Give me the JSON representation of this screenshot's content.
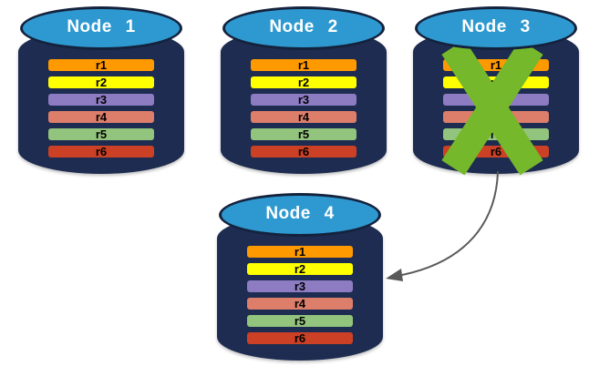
{
  "colors": {
    "background": "#FFFFFF",
    "cylinder_body": "#1D2C50",
    "cylinder_top": "#2E99D0",
    "cylinder_outline": "#14223D",
    "failure_x": "#76B82B",
    "arrow": "#595959",
    "node_label_text": "#FFFFFF",
    "partition_label_text": "#000000"
  },
  "nodes": [
    {
      "label": "Node 1",
      "failed": false,
      "partitions": [
        {
          "label": "r1",
          "color": "#FF9900"
        },
        {
          "label": "r2",
          "color": "#FFFF00"
        },
        {
          "label": "r3",
          "color": "#8E7CC3"
        },
        {
          "label": "r4",
          "color": "#DD7E6B"
        },
        {
          "label": "r5",
          "color": "#93C47D"
        },
        {
          "label": "r6",
          "color": "#CC4125"
        }
      ]
    },
    {
      "label": "Node 2",
      "failed": false,
      "partitions": [
        {
          "label": "r1",
          "color": "#FF9900"
        },
        {
          "label": "r2",
          "color": "#FFFF00"
        },
        {
          "label": "r3",
          "color": "#8E7CC3"
        },
        {
          "label": "r4",
          "color": "#DD7E6B"
        },
        {
          "label": "r5",
          "color": "#93C47D"
        },
        {
          "label": "r6",
          "color": "#CC4125"
        }
      ]
    },
    {
      "label": "Node 3",
      "failed": true,
      "partitions": [
        {
          "label": "r1",
          "color": "#FF9900"
        },
        {
          "label": "r2",
          "color": "#FFFF00"
        },
        {
          "label": "r3",
          "color": "#8E7CC3"
        },
        {
          "label": "r4",
          "color": "#DD7E6B"
        },
        {
          "label": "r5",
          "color": "#93C47D"
        },
        {
          "label": "r6",
          "color": "#CC4125"
        }
      ]
    },
    {
      "label": "Node 4",
      "failed": false,
      "partitions": [
        {
          "label": "r1",
          "color": "#FF9900"
        },
        {
          "label": "r2",
          "color": "#FFFF00"
        },
        {
          "label": "r3",
          "color": "#8E7CC3"
        },
        {
          "label": "r4",
          "color": "#DD7E6B"
        },
        {
          "label": "r5",
          "color": "#93C47D"
        },
        {
          "label": "r6",
          "color": "#CC4125"
        }
      ]
    }
  ],
  "arrow": {
    "from": "Node 3",
    "to": "Node 4"
  }
}
